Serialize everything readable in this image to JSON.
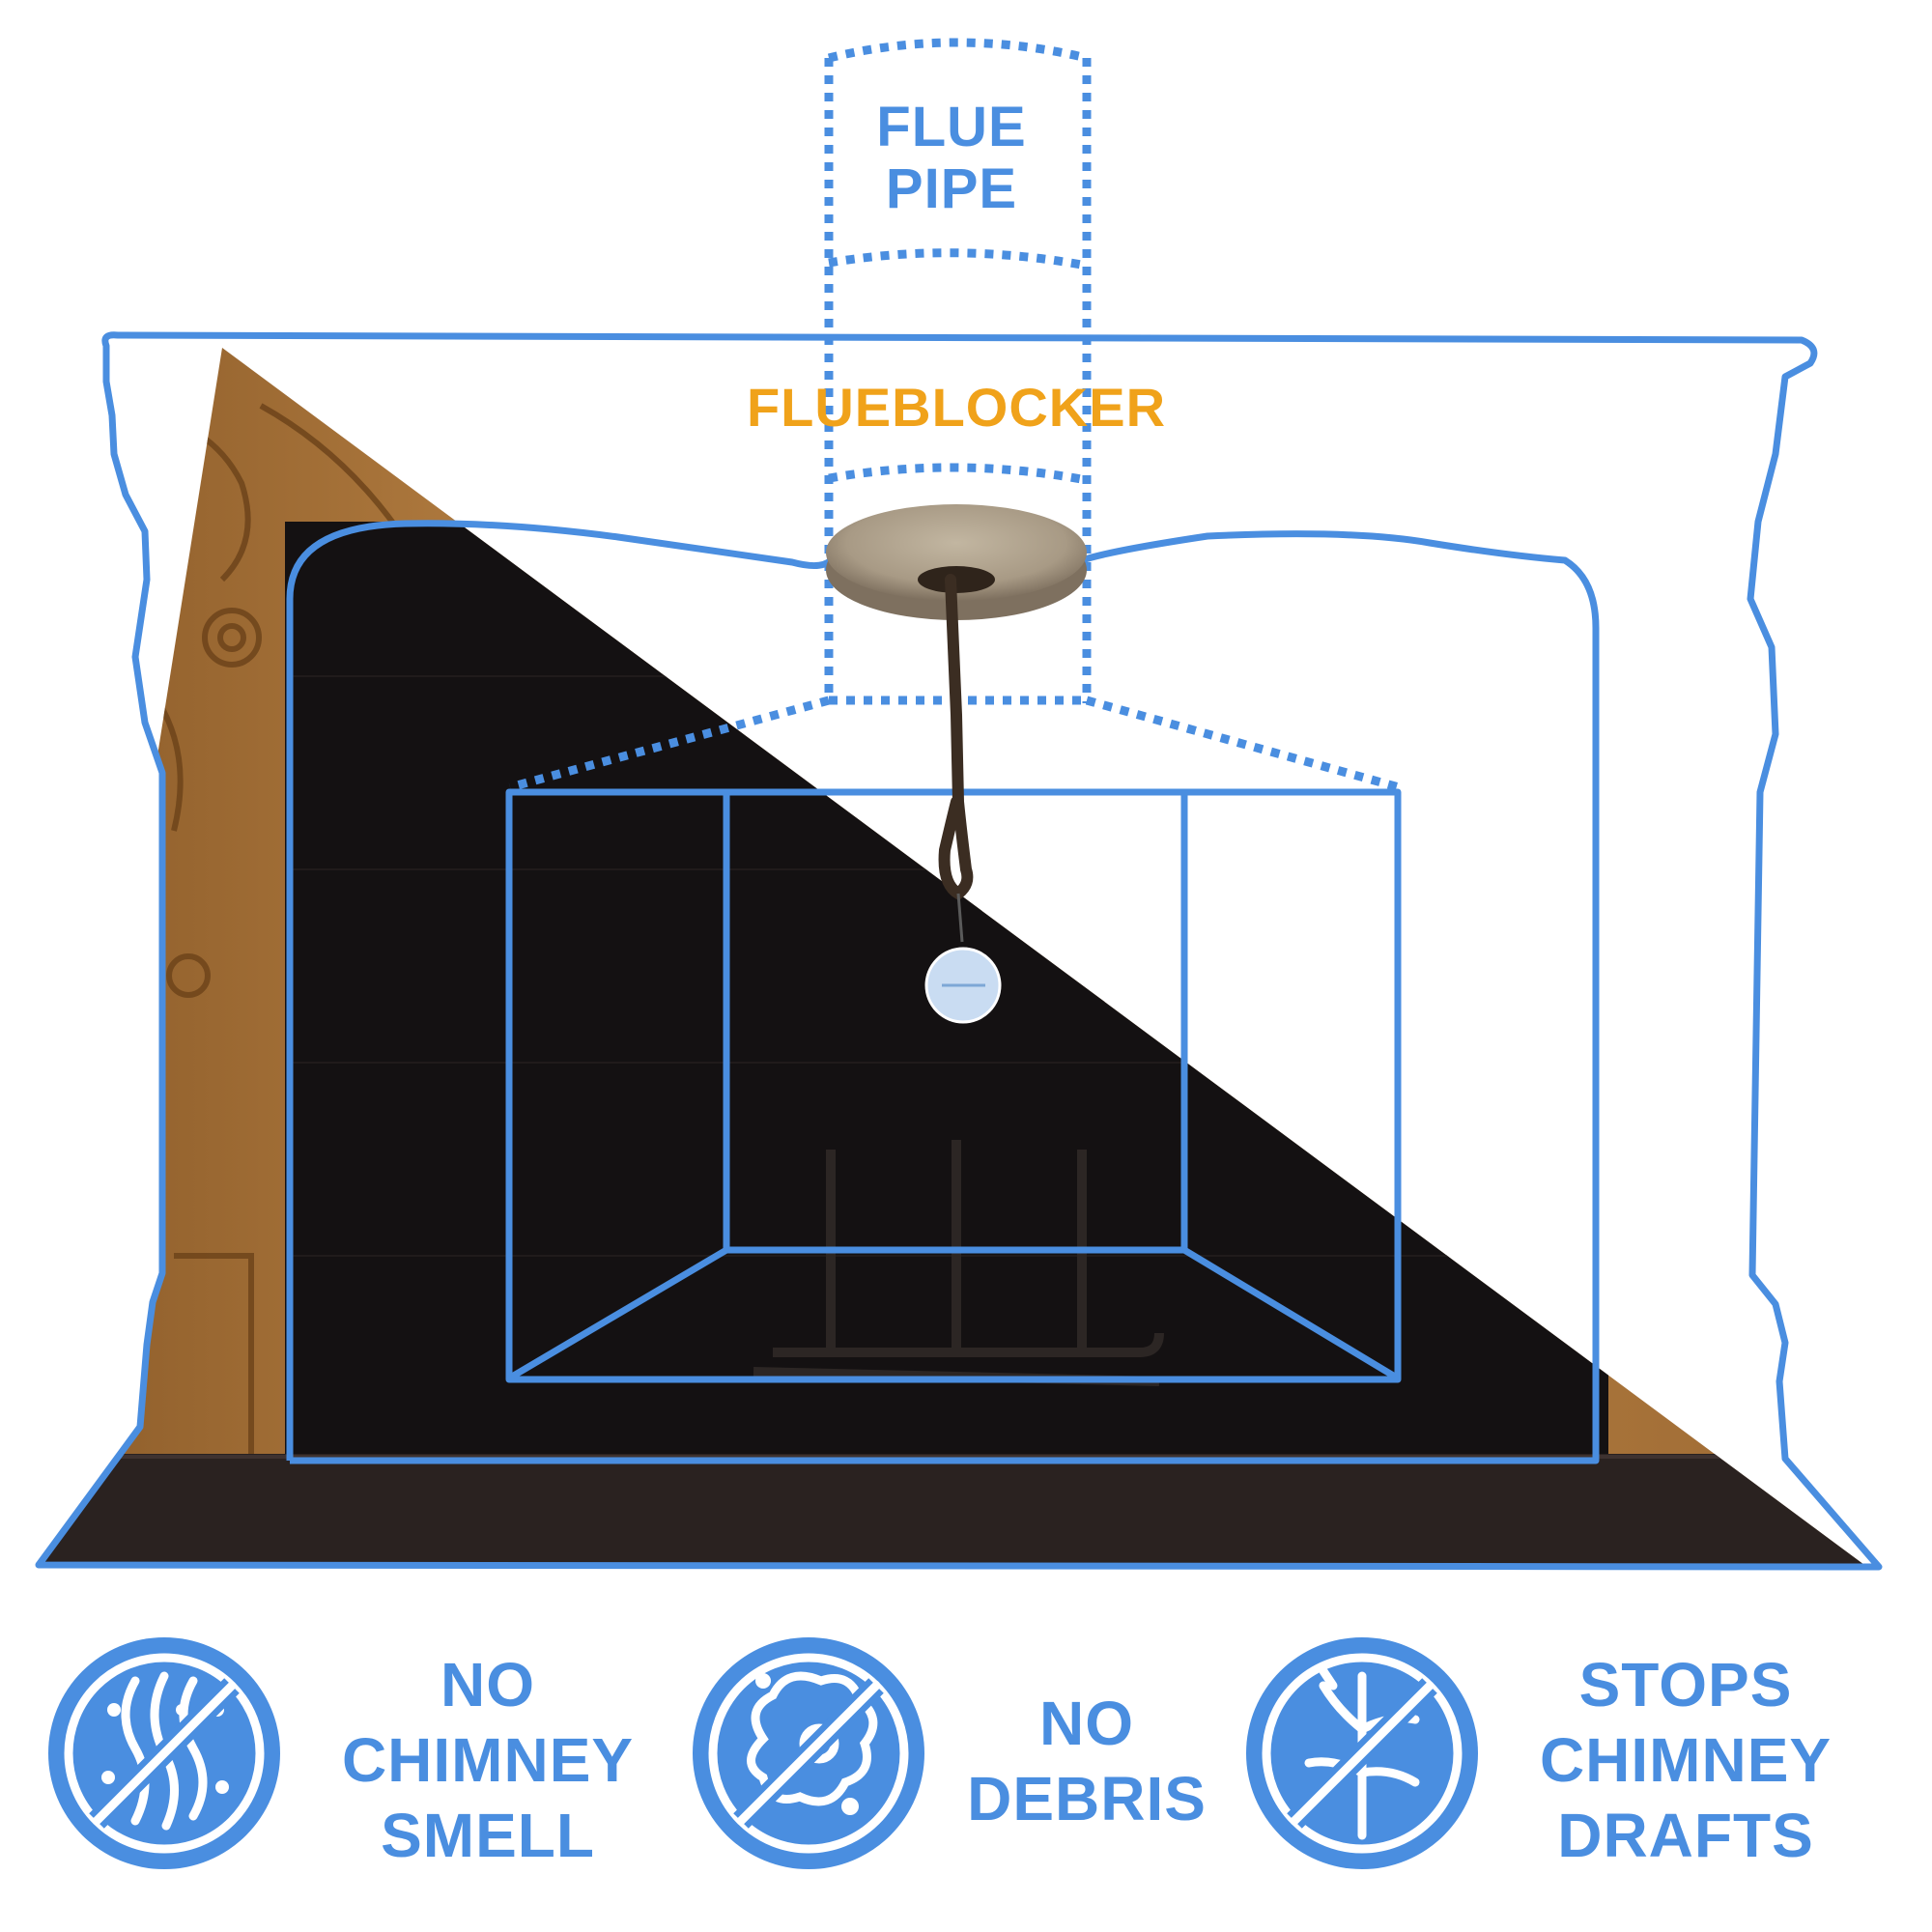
{
  "colors": {
    "outline": "#4a8ee0",
    "text_blue": "#4a8ee0",
    "text_orange": "#f0a21a",
    "fireplace_dark": "#141112",
    "hearth": "#2a2220",
    "wood": "#b07a3e",
    "wood_dark": "#7a4f22",
    "felt": "#a89a85",
    "rod": "#3b2d22",
    "tag": "#c9dcf2"
  },
  "labels": {
    "flue_pipe": [
      "FLUE",
      "PIPE"
    ],
    "flueblocker": "FLUEBLOCKER"
  },
  "features": [
    {
      "icon": "no-smell-icon",
      "lines": [
        "NO",
        "CHIMNEY",
        "SMELL"
      ]
    },
    {
      "icon": "no-debris-icon",
      "lines": [
        "NO",
        "DEBRIS"
      ]
    },
    {
      "icon": "no-draft-icon",
      "lines": [
        "STOPS",
        "CHIMNEY",
        "DRAFTS"
      ]
    }
  ]
}
